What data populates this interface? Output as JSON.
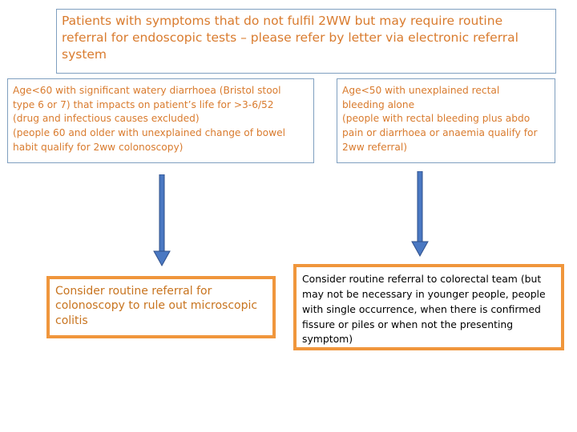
{
  "header": {
    "lines": [
      "Patients with symptoms that do not fulfil 2WW but may require routine",
      "referral for endoscopic tests – please refer by letter via electronic referral",
      "system"
    ]
  },
  "criteria_left": {
    "lines": [
      "Age<60 with significant  watery diarrhoea (Bristol stool",
      "type 6 or 7) that impacts on patient’s life for >3-6/52",
      "(drug and infectious causes excluded)",
      "(people 60 and older with unexplained change of bowel",
      "habit qualify for 2ww colonoscopy)"
    ]
  },
  "criteria_right": {
    "lines": [
      "Age<50 with unexplained rectal",
      "bleeding alone",
      "(people with rectal bleeding plus abdo",
      "pain or diarrhoea or anaemia qualify for",
      "2ww referral)"
    ]
  },
  "outcome_left": {
    "lines": [
      "Consider routine referral for",
      "colonoscopy to rule out microscopic",
      "colitis"
    ]
  },
  "outcome_right": {
    "lines": [
      "Consider routine referral to colorectal team  (but",
      "may not be necessary in younger people, people",
      "with single occurrence, when there is confirmed",
      "fissure or piles  or when not the presenting",
      "symptom)"
    ]
  },
  "colors": {
    "criteria_text": "#d97b2e",
    "box_border": "#7f9fbf",
    "outcome_border": "#f0963c",
    "arrow_fill": "#4a78c2",
    "arrow_stroke": "#2f4f8a"
  }
}
